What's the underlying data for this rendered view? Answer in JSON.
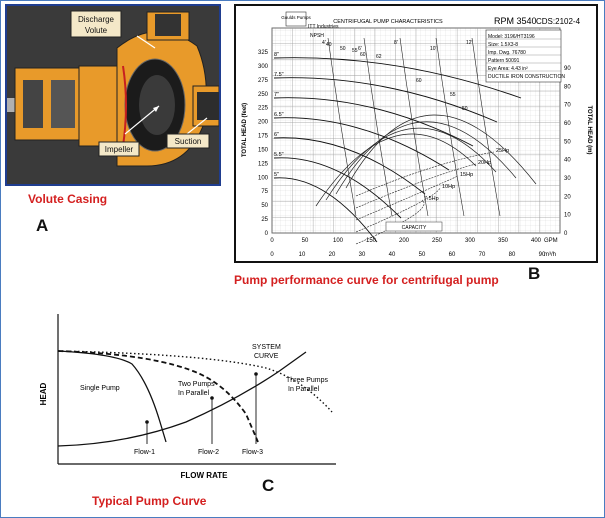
{
  "panel_a": {
    "labels": {
      "discharge": "Discharge",
      "volute": "Volute",
      "impeller": "Impeller",
      "suction": "Suction"
    },
    "caption": "Volute Casing",
    "letter": "A"
  },
  "panel_b": {
    "header": {
      "company_line1": "Goulds Pumps",
      "company_line2": "ITT Industries",
      "title": "CENTRIFUGAL PUMP CHARACTERISTICS",
      "rpm": "RPM  3540",
      "cds": "CDS:2102-4",
      "npsh": "NPSH"
    },
    "info": [
      "Model: 3196/HT3196",
      "Size: 1.5X3-8",
      "Imp. Dwg. 76780",
      "Pattern 50091",
      "Eye Area: 4.43 in²",
      "DUCTILE IRON CONSTRUCTION"
    ],
    "y_left_label": "TOTAL HEAD (feet)",
    "y_right_label": "TOTAL HEAD (m)",
    "y_left_ticks": [
      "325",
      "300",
      "275",
      "250",
      "225",
      "200",
      "175",
      "150",
      "125",
      "100",
      "75",
      "50",
      "25",
      "0"
    ],
    "y_right_ticks": [
      "90",
      "80",
      "70",
      "60",
      "50",
      "40",
      "30",
      "20",
      "10",
      "0"
    ],
    "x_gpm_ticks": [
      "0",
      "50",
      "100",
      "150",
      "200",
      "250",
      "300",
      "350",
      "400"
    ],
    "x_gpm_unit": "GPM",
    "x_m3h_ticks": [
      "0",
      "10",
      "20",
      "30",
      "40",
      "50",
      "60",
      "70",
      "80",
      "90"
    ],
    "x_m3h_unit": "m³/h",
    "impeller_diams": [
      "8\"",
      "7.5\"",
      "7\"",
      "6.5\"",
      "6\"",
      "5.5\"",
      "5\""
    ],
    "npsh_values": [
      "4'",
      "6'",
      "8'",
      "10'",
      "12'"
    ],
    "efficiency_values": [
      "40",
      "50",
      "55",
      "60",
      "62",
      "60",
      "55",
      "50"
    ],
    "hp_labels": [
      "25Hp",
      "20Hp",
      "15Hp",
      "10Hp",
      "7.5Hp"
    ],
    "capacity_label": "CAPACITY",
    "caption": "Pump performance curve for centrifugal pump",
    "letter": "B"
  },
  "panel_c": {
    "y_label": "HEAD",
    "x_label": "FLOW RATE",
    "system_curve_line1": "SYSTEM",
    "system_curve_line2": "CURVE",
    "single_pump": "Single Pump",
    "two_pumps_line1": "Two Pumps",
    "two_pumps_line2": "In Parallel",
    "three_pumps_line1": "Three Pumps",
    "three_pumps_line2": "In Parallel",
    "flow_1": "Flow-1",
    "flow_2": "Flow-2",
    "flow_3": "Flow-3",
    "caption": "Typical Pump Curve",
    "letter": "C"
  },
  "colors": {
    "caption_red": "#d42020",
    "photo_border": "#1f3d8f",
    "casing_orange": "#e89a2a",
    "frame_blue": "#4a7cc0"
  }
}
